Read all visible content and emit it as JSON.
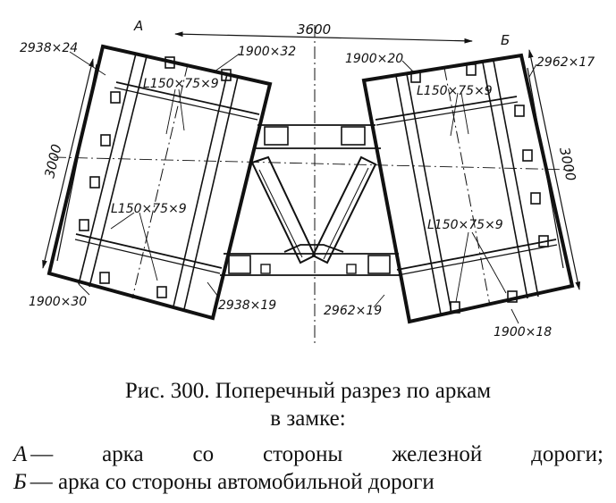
{
  "drawing": {
    "arch_a_label": "А",
    "arch_b_label": "Б",
    "span_dimension": "3600",
    "height_left": "3000",
    "height_right": "3000",
    "labels": {
      "a_top_left": "2938×24",
      "a_top": "1900×32",
      "a_angle_top": "L150×75×9",
      "a_angle_mid": "L150×75×9",
      "a_bottom_left": "1900×30",
      "a_bottom_right": "2938×19",
      "b_top": "1900×20",
      "b_top_right": "2962×17",
      "b_angle_top": "L150×75×9",
      "b_angle_mid": "L150×75×9",
      "b_bottom_left": "2962×19",
      "b_bottom_right": "1900×18"
    }
  },
  "caption": {
    "title_line1": "Рис. 300. Поперечный разрез по аркам",
    "title_line2": "в замке:",
    "legend_a_key": "А",
    "legend_a_text": "— арка со стороны железной дороги;",
    "legend_b_key": "Б",
    "legend_b_text": "— арка со стороны автомобильной дороги"
  }
}
